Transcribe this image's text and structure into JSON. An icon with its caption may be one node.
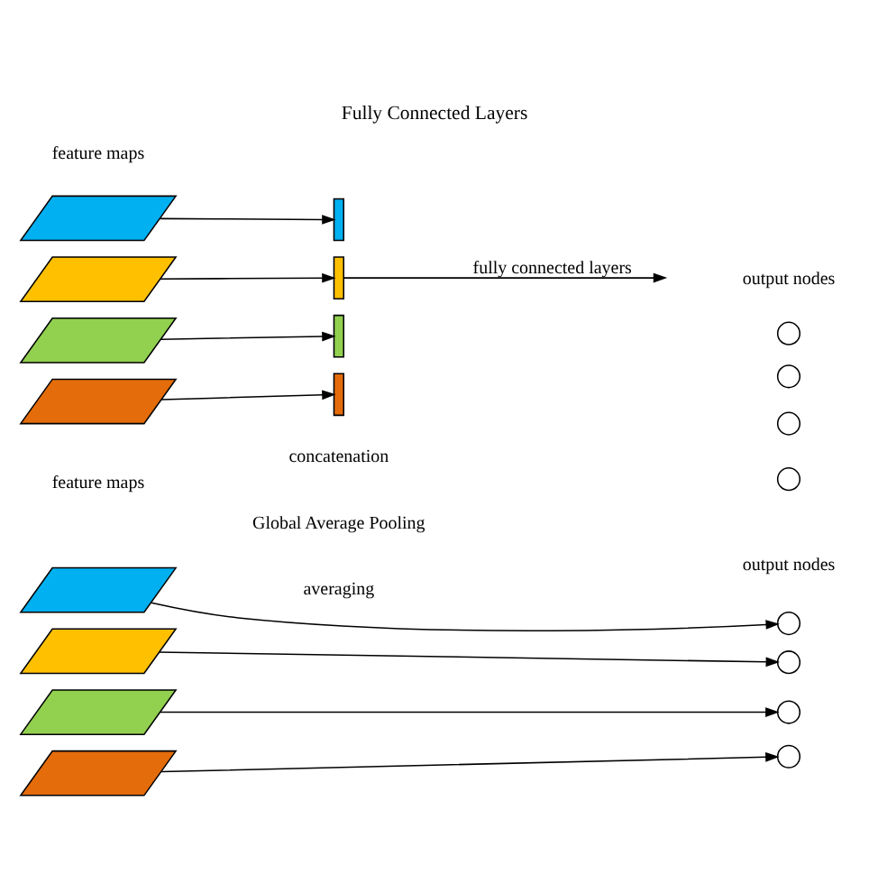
{
  "diagram": {
    "title": "Fully Connected Layers",
    "nodes": [
      {
        "text": [],
        "shape": "parallelogram"
      },
      {
        "text": [],
        "shape": "parallelogram"
      },
      {
        "text": [],
        "shape": "parallelogram"
      },
      {
        "text": [],
        "shape": "parallelogram"
      },
      {
        "text": [],
        "shape": "bar"
      },
      {
        "text": [],
        "shape": "bar"
      },
      {
        "text": [],
        "shape": "bar"
      },
      {
        "text": [],
        "shape": "bar"
      },
      {
        "text": [],
        "shape": "circle"
      },
      {
        "text": [],
        "shape": "circle"
      },
      {
        "text": [],
        "shape": "circle"
      },
      {
        "text": [],
        "shape": "circle"
      },
      {
        "text": [],
        "shape": "parallelogram"
      },
      {
        "text": [],
        "shape": "parallelogram"
      },
      {
        "text": [],
        "shape": "parallelogram"
      },
      {
        "text": [],
        "shape": "parallelogram"
      },
      {
        "text": [],
        "shape": "circle"
      },
      {
        "text": [],
        "shape": "circle"
      },
      {
        "text": [],
        "shape": "circle"
      },
      {
        "text": [],
        "shape": "circle"
      }
    ],
    "edges": [
      {
        "from": 0,
        "to": 4,
        "arrow": "to"
      },
      {
        "from": 1,
        "to": 5,
        "arrow": "to"
      },
      {
        "from": 2,
        "to": 6,
        "arrow": "to"
      },
      {
        "from": 3,
        "to": 7,
        "arrow": "to"
      },
      {
        "from": 5,
        "to": null,
        "arrow": "to",
        "label": "fully connected layers"
      },
      {
        "from": 12,
        "to": 16,
        "arrow": "to"
      },
      {
        "from": 13,
        "to": 17,
        "arrow": "to"
      },
      {
        "from": 14,
        "to": 18,
        "arrow": "to"
      },
      {
        "from": 15,
        "to": 19,
        "arrow": "to"
      }
    ],
    "labels": [
      "feature maps",
      "output nodes",
      "concatenation",
      "Global Average Pooling",
      "feature maps",
      "output nodes",
      "averaging"
    ]
  }
}
